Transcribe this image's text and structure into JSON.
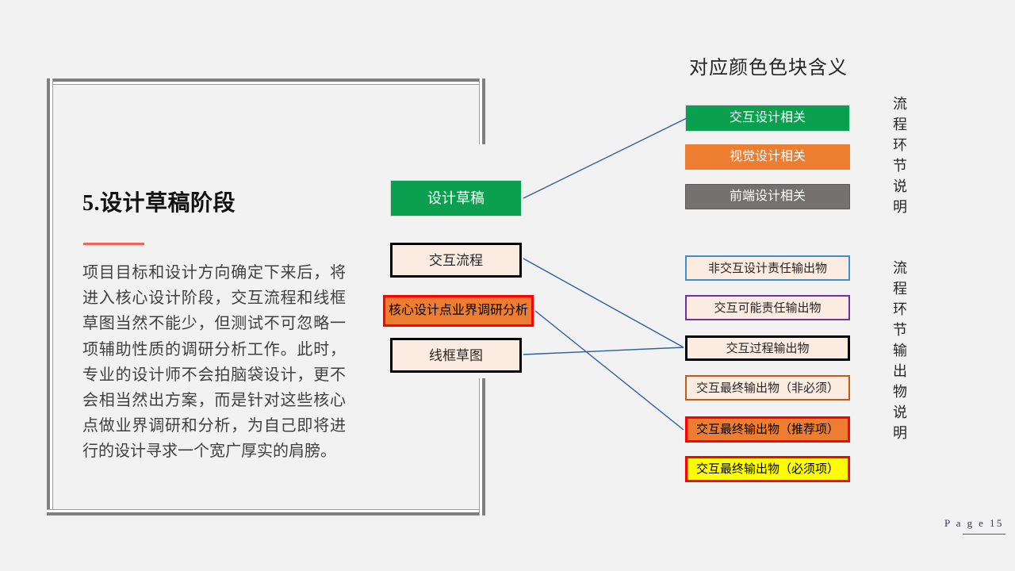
{
  "slide": {
    "background_color": "#f2f2f2",
    "page_label": "P a g e  15"
  },
  "left_panel": {
    "section_title": "5.设计草稿阶段",
    "divider_color": "#f4645a",
    "body_text": "项目目标和设计方向确定下来后，将进入核心设计阶段，交互流程和线框草图当然不能少，但测试不可忽略一项辅助性质的调研分析工作。此时，专业的设计师不会拍脑袋设计，更不会相当然出方案，而是针对这些核心点做业界调研和分析，为自己即将进行的设计寻求一个宽广厚实的肩膀。"
  },
  "flow": {
    "boxes": [
      {
        "label": "设计草稿",
        "fill": "#0ba04f",
        "border": "#d9d9d9",
        "text_color": "#ffffff"
      },
      {
        "label": "交互流程",
        "fill": "#fcebe0",
        "border": "#000000",
        "text_color": "#262626"
      },
      {
        "label": "核心设计点业界调研分析",
        "fill": "#ed7d31",
        "border": "#ff0000",
        "text_color": "#000000"
      },
      {
        "label": "线框草图",
        "fill": "#fcebe0",
        "border": "#000000",
        "text_color": "#262626"
      }
    ]
  },
  "right_panel": {
    "heading": "对应颜色色块含义",
    "color_legend_label": "流程环节说明",
    "output_legend_label": "流程环节输出物说明",
    "color_legend": [
      {
        "label": "交互设计相关",
        "fill": "#0ba04f",
        "border": "#d9d9d9",
        "text_color": "#ffffff"
      },
      {
        "label": "视觉设计相关",
        "fill": "#ed7d31",
        "border": "#ed7d31",
        "text_color": "#ffffff"
      },
      {
        "label": "前端设计相关",
        "fill": "#767171",
        "border": "#595959",
        "text_color": "#ffffff"
      }
    ],
    "output_legend": [
      {
        "label": "非交互设计责任输出物",
        "fill": "#fcebe0",
        "border": "#3f8fd0",
        "text_color": "#262626"
      },
      {
        "label": "交互可能责任输出物",
        "fill": "#fcebe0",
        "border": "#7030a0",
        "text_color": "#262626"
      },
      {
        "label": "交互过程输出物",
        "fill": "#fcebe0",
        "border": "#000000",
        "text_color": "#262626"
      },
      {
        "label": "交互最终输出物（非必须）",
        "fill": "#fcebe0",
        "border": "#c55a11",
        "text_color": "#262626"
      },
      {
        "label": "交互最终输出物（推荐项）",
        "fill": "#ed7d31",
        "border": "#ff0000",
        "text_color": "#000000"
      },
      {
        "label": "交互最终输出物（必须项）",
        "fill": "#ffff00",
        "border": "#ff0000",
        "text_color": "#000000"
      }
    ]
  },
  "connectors": {
    "line_color": "#2c5fa8",
    "links": [
      {
        "from": "设计草稿",
        "to": "交互设计相关"
      },
      {
        "from": "交互流程",
        "to": "交互过程输出物"
      },
      {
        "from": "核心设计点业界调研分析",
        "to": "交互最终输出物（推荐项）"
      },
      {
        "from": "线框草图",
        "to": "交互过程输出物"
      }
    ]
  }
}
